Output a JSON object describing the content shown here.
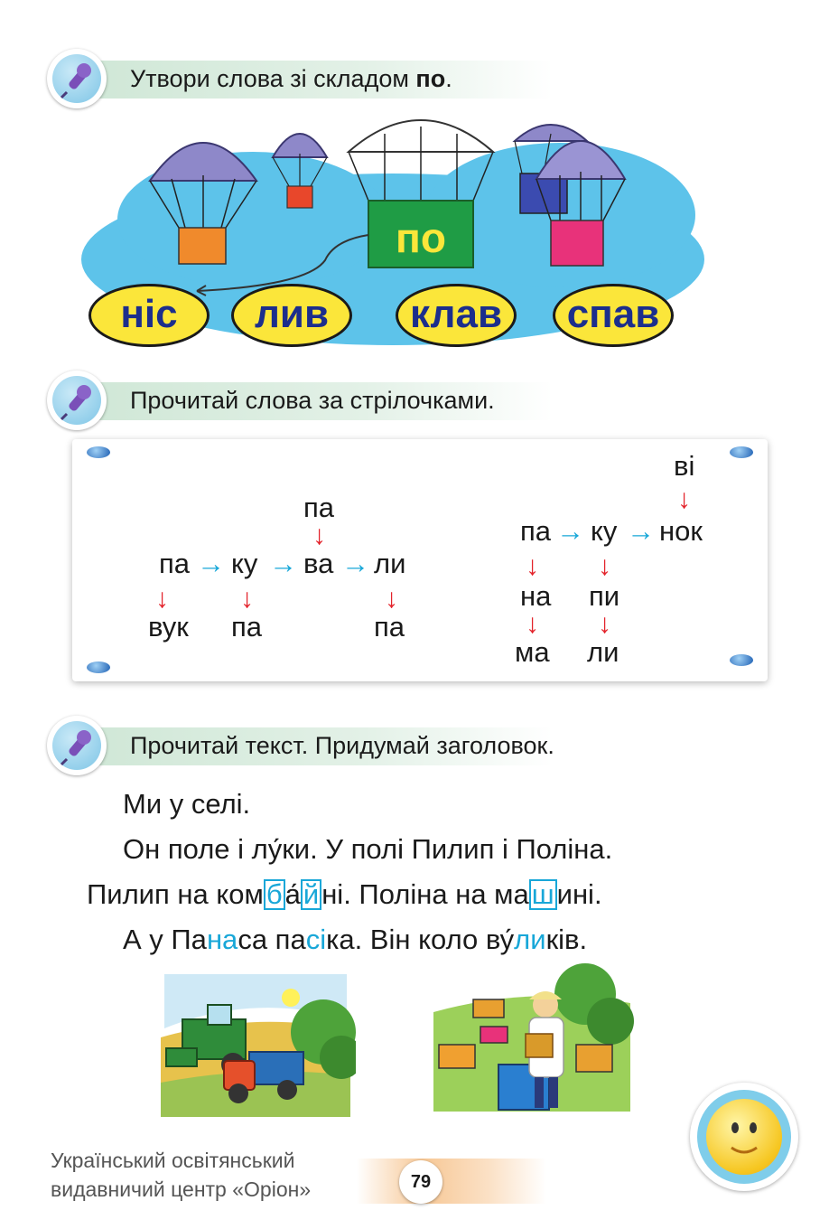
{
  "task1": {
    "text": "Утвори слова зі складом ",
    "bold": "по",
    "end": "."
  },
  "balloon": {
    "center_syllable": "по",
    "ovals": [
      "ніс",
      "лив",
      "клав",
      "спав"
    ]
  },
  "task2": {
    "text": "Прочитай слова за стрілочками."
  },
  "chain_left": {
    "top": "па",
    "s1": "па",
    "s2": "ку",
    "s3": "ва",
    "s4": "ли",
    "b1": "вук",
    "b2": "па",
    "b4": "па"
  },
  "chain_right": {
    "top": "ві",
    "s1": "па",
    "s2": "ку",
    "s3": "нок",
    "m1": "на",
    "m2": "пи",
    "b1": "ма",
    "b2": "ли"
  },
  "arrows": {
    "right": "→",
    "down": "↓"
  },
  "task3": {
    "text": "Прочитай текст. Придумай заголовок."
  },
  "reading": {
    "l1": "Ми  у  селі.",
    "l2": "Он  поле  і  лу́ки.  У  полі  Пилип  і  Поліна.",
    "l3a": "Пилип  на  ком",
    "l3b": "б",
    "l3c": "а́",
    "l3d": "й",
    "l3e": "ні.  Поліна  на  ма",
    "l3f": "ш",
    "l3g": "ині.",
    "l4a": "А  у  Па",
    "l4b": "на",
    "l4c": "са  па",
    "l4d": "сі",
    "l4e": "ка.  Він  коло  ву́",
    "l4f": "ли",
    "l4g": "ків."
  },
  "footer": {
    "line1": "Український освітянський",
    "line2": "видавничий центр «Оріон»",
    "page": "79"
  },
  "colors": {
    "accent_blue": "#18a7d8",
    "arrow_red": "#e3232b",
    "oval_yellow": "#fbe63a",
    "cloud_blue": "#5dc3ea",
    "box_green": "#1f9c45"
  }
}
